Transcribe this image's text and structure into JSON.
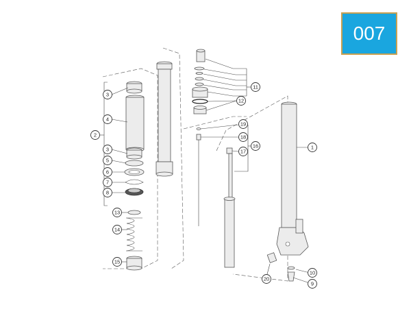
{
  "badge": {
    "label": "007",
    "color": "#1aa6df",
    "border": "#c8a050"
  },
  "callouts": [
    {
      "id": "c1",
      "label": "1"
    },
    {
      "id": "c2",
      "label": "2"
    },
    {
      "id": "c3a",
      "label": "3"
    },
    {
      "id": "c4",
      "label": "4"
    },
    {
      "id": "c3b",
      "label": "3"
    },
    {
      "id": "c5",
      "label": "5"
    },
    {
      "id": "c6",
      "label": "6"
    },
    {
      "id": "c7",
      "label": "7"
    },
    {
      "id": "c8",
      "label": "8"
    },
    {
      "id": "c9",
      "label": "9"
    },
    {
      "id": "c10",
      "label": "10"
    },
    {
      "id": "c11",
      "label": "11"
    },
    {
      "id": "c12",
      "label": "12"
    },
    {
      "id": "c13",
      "label": "13"
    },
    {
      "id": "c14",
      "label": "14"
    },
    {
      "id": "c15",
      "label": "15"
    },
    {
      "id": "c16",
      "label": "16"
    },
    {
      "id": "c17",
      "label": "17"
    },
    {
      "id": "c18",
      "label": "18"
    },
    {
      "id": "c19",
      "label": "19"
    },
    {
      "id": "c20",
      "label": "20"
    }
  ]
}
